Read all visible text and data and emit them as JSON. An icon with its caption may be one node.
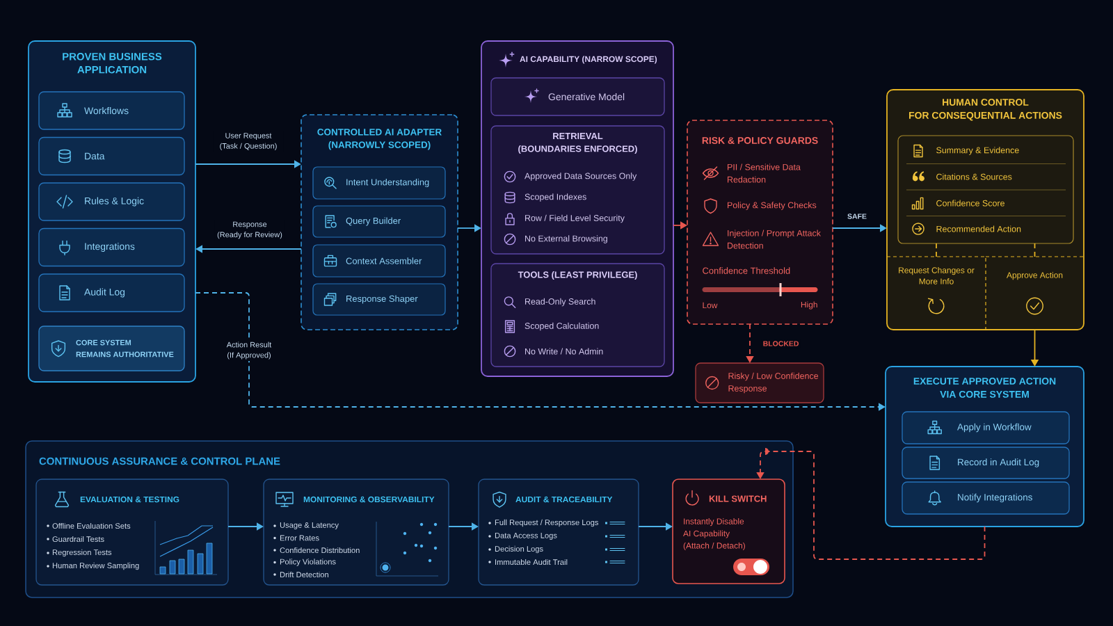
{
  "diagram": {
    "nodes": [
      {
        "text": [
          "PROVEN BUSINESS APPLICATION"
        ]
      },
      {
        "text": [
          "Workflows"
        ],
        "in": 0
      },
      {
        "text": [
          "Data"
        ],
        "in": 0
      },
      {
        "text": [
          "Rules & Logic"
        ],
        "in": 0
      },
      {
        "text": [
          "Integrations"
        ],
        "in": 0
      },
      {
        "text": [
          "Audit Log"
        ],
        "in": 0
      },
      {
        "text": [
          "CORE SYSTEM REMAINS AUTHORITATIVE"
        ],
        "in": 0
      },
      {
        "text": [
          "CONTROLLED AI ADAPTER (NARROWLY SCOPED)"
        ]
      },
      {
        "text": [
          "Intent Understanding"
        ],
        "in": 7
      },
      {
        "text": [
          "Query Builder"
        ],
        "in": 7
      },
      {
        "text": [
          "Context Assembler"
        ],
        "in": 7
      },
      {
        "text": [
          "Response Shaper"
        ],
        "in": 7
      },
      {
        "text": [
          "AI CAPABILITY (NARROW SCOPE)"
        ]
      },
      {
        "text": [
          "Generative Model"
        ],
        "in": 12
      },
      {
        "text": [
          "RETRIEVAL (BOUNDARIES ENFORCED)",
          "Approved Data Sources Only",
          "Scoped Indexes",
          "Row / Field Level Security",
          "No External Browsing"
        ],
        "in": 12
      },
      {
        "text": [
          "TOOLS (LEAST PRIVILEGE)",
          "Read-Only Search",
          "Scoped Calculation",
          "No Write / No Admin"
        ],
        "in": 12
      },
      {
        "text": [
          "RISK & POLICY GUARDS",
          "PII / Sensitive Data Redaction",
          "Policy & Safety Checks",
          "Injection / Prompt Attack Detection",
          "Confidence Threshold",
          "Low",
          "High"
        ]
      },
      {
        "text": [
          "Risky / Low Confidence Response"
        ]
      },
      {
        "text": [
          "HUMAN CONTROL FOR CONSEQUENTIAL ACTIONS"
        ]
      },
      {
        "text": [
          "Summary & Evidence",
          "Citations & Sources",
          "Confidence Score",
          "Recommended Action"
        ],
        "in": 18
      },
      {
        "text": [
          "Request Changes or More Info"
        ],
        "in": 18
      },
      {
        "text": [
          "Approve Action"
        ],
        "in": 18
      },
      {
        "text": [
          "EXECUTE APPROVED ACTION VIA CORE SYSTEM"
        ]
      },
      {
        "text": [
          "Apply in Workflow"
        ],
        "in": 22
      },
      {
        "text": [
          "Record in Audit Log"
        ],
        "in": 22
      },
      {
        "text": [
          "Notify Integrations"
        ],
        "in": 22
      },
      {
        "text": [
          "CONTINUOUS ASSURANCE & CONTROL PLANE"
        ]
      },
      {
        "text": [
          "EVALUATION & TESTING",
          "Offline Evaluation Sets",
          "Guardrail Tests",
          "Regression Tests",
          "Human Review Sampling"
        ],
        "in": 26
      },
      {
        "text": [
          "MONITORING & OBSERVABILITY",
          "Usage & Latency",
          "Error Rates",
          "Confidence Distribution",
          "Policy Violations",
          "Drift Detection"
        ],
        "in": 26
      },
      {
        "text": [
          "AUDIT & TRACEABILITY",
          "Full Request / Response Logs",
          "Data Access Logs",
          "Decision Logs",
          "Immutable Audit Trail"
        ],
        "in": 26
      },
      {
        "text": [
          "KILL SWITCH",
          "Instantly Disable AI Capability (Attach / Detach)"
        ],
        "in": 26
      }
    ],
    "edges": [
      {
        "from": 0,
        "to": 7,
        "arrow": "to",
        "label": "User Request (Task / Question)"
      },
      {
        "from": 7,
        "to": 0,
        "arrow": "to",
        "label": "Response (Ready for Review)"
      },
      {
        "from": 7,
        "to": 12,
        "arrow": "to"
      },
      {
        "from": 12,
        "to": 16,
        "arrow": "to",
        "color": "#e8574f"
      },
      {
        "from": 16,
        "to": 18,
        "arrow": "to",
        "label": "SAFE"
      },
      {
        "from": 16,
        "to": 17,
        "arrow": "to",
        "label": "BLOCKED",
        "style": "dashed",
        "color": "#e8574f"
      },
      {
        "from": 21,
        "to": 22,
        "arrow": "to",
        "color": "#e6b422"
      },
      {
        "from": 0,
        "to": 22,
        "arrow": "to",
        "label": "Action Result (If Approved)",
        "style": "dashed"
      },
      {
        "from": 19,
        "to": 20,
        "arrow": "none",
        "style": "dashed",
        "color": "#e6b422"
      },
      {
        "from": 19,
        "to": 21,
        "arrow": "none",
        "style": "dashed",
        "color": "#e6b422"
      },
      {
        "from": 27,
        "to": 28,
        "arrow": "to"
      },
      {
        "from": 28,
        "to": 29,
        "arrow": "to"
      },
      {
        "from": 29,
        "to": 30,
        "arrow": "to"
      },
      {
        "from": 22,
        "to": 30,
        "arrow": "to",
        "style": "dashed",
        "color": "#e8574f"
      }
    ]
  }
}
